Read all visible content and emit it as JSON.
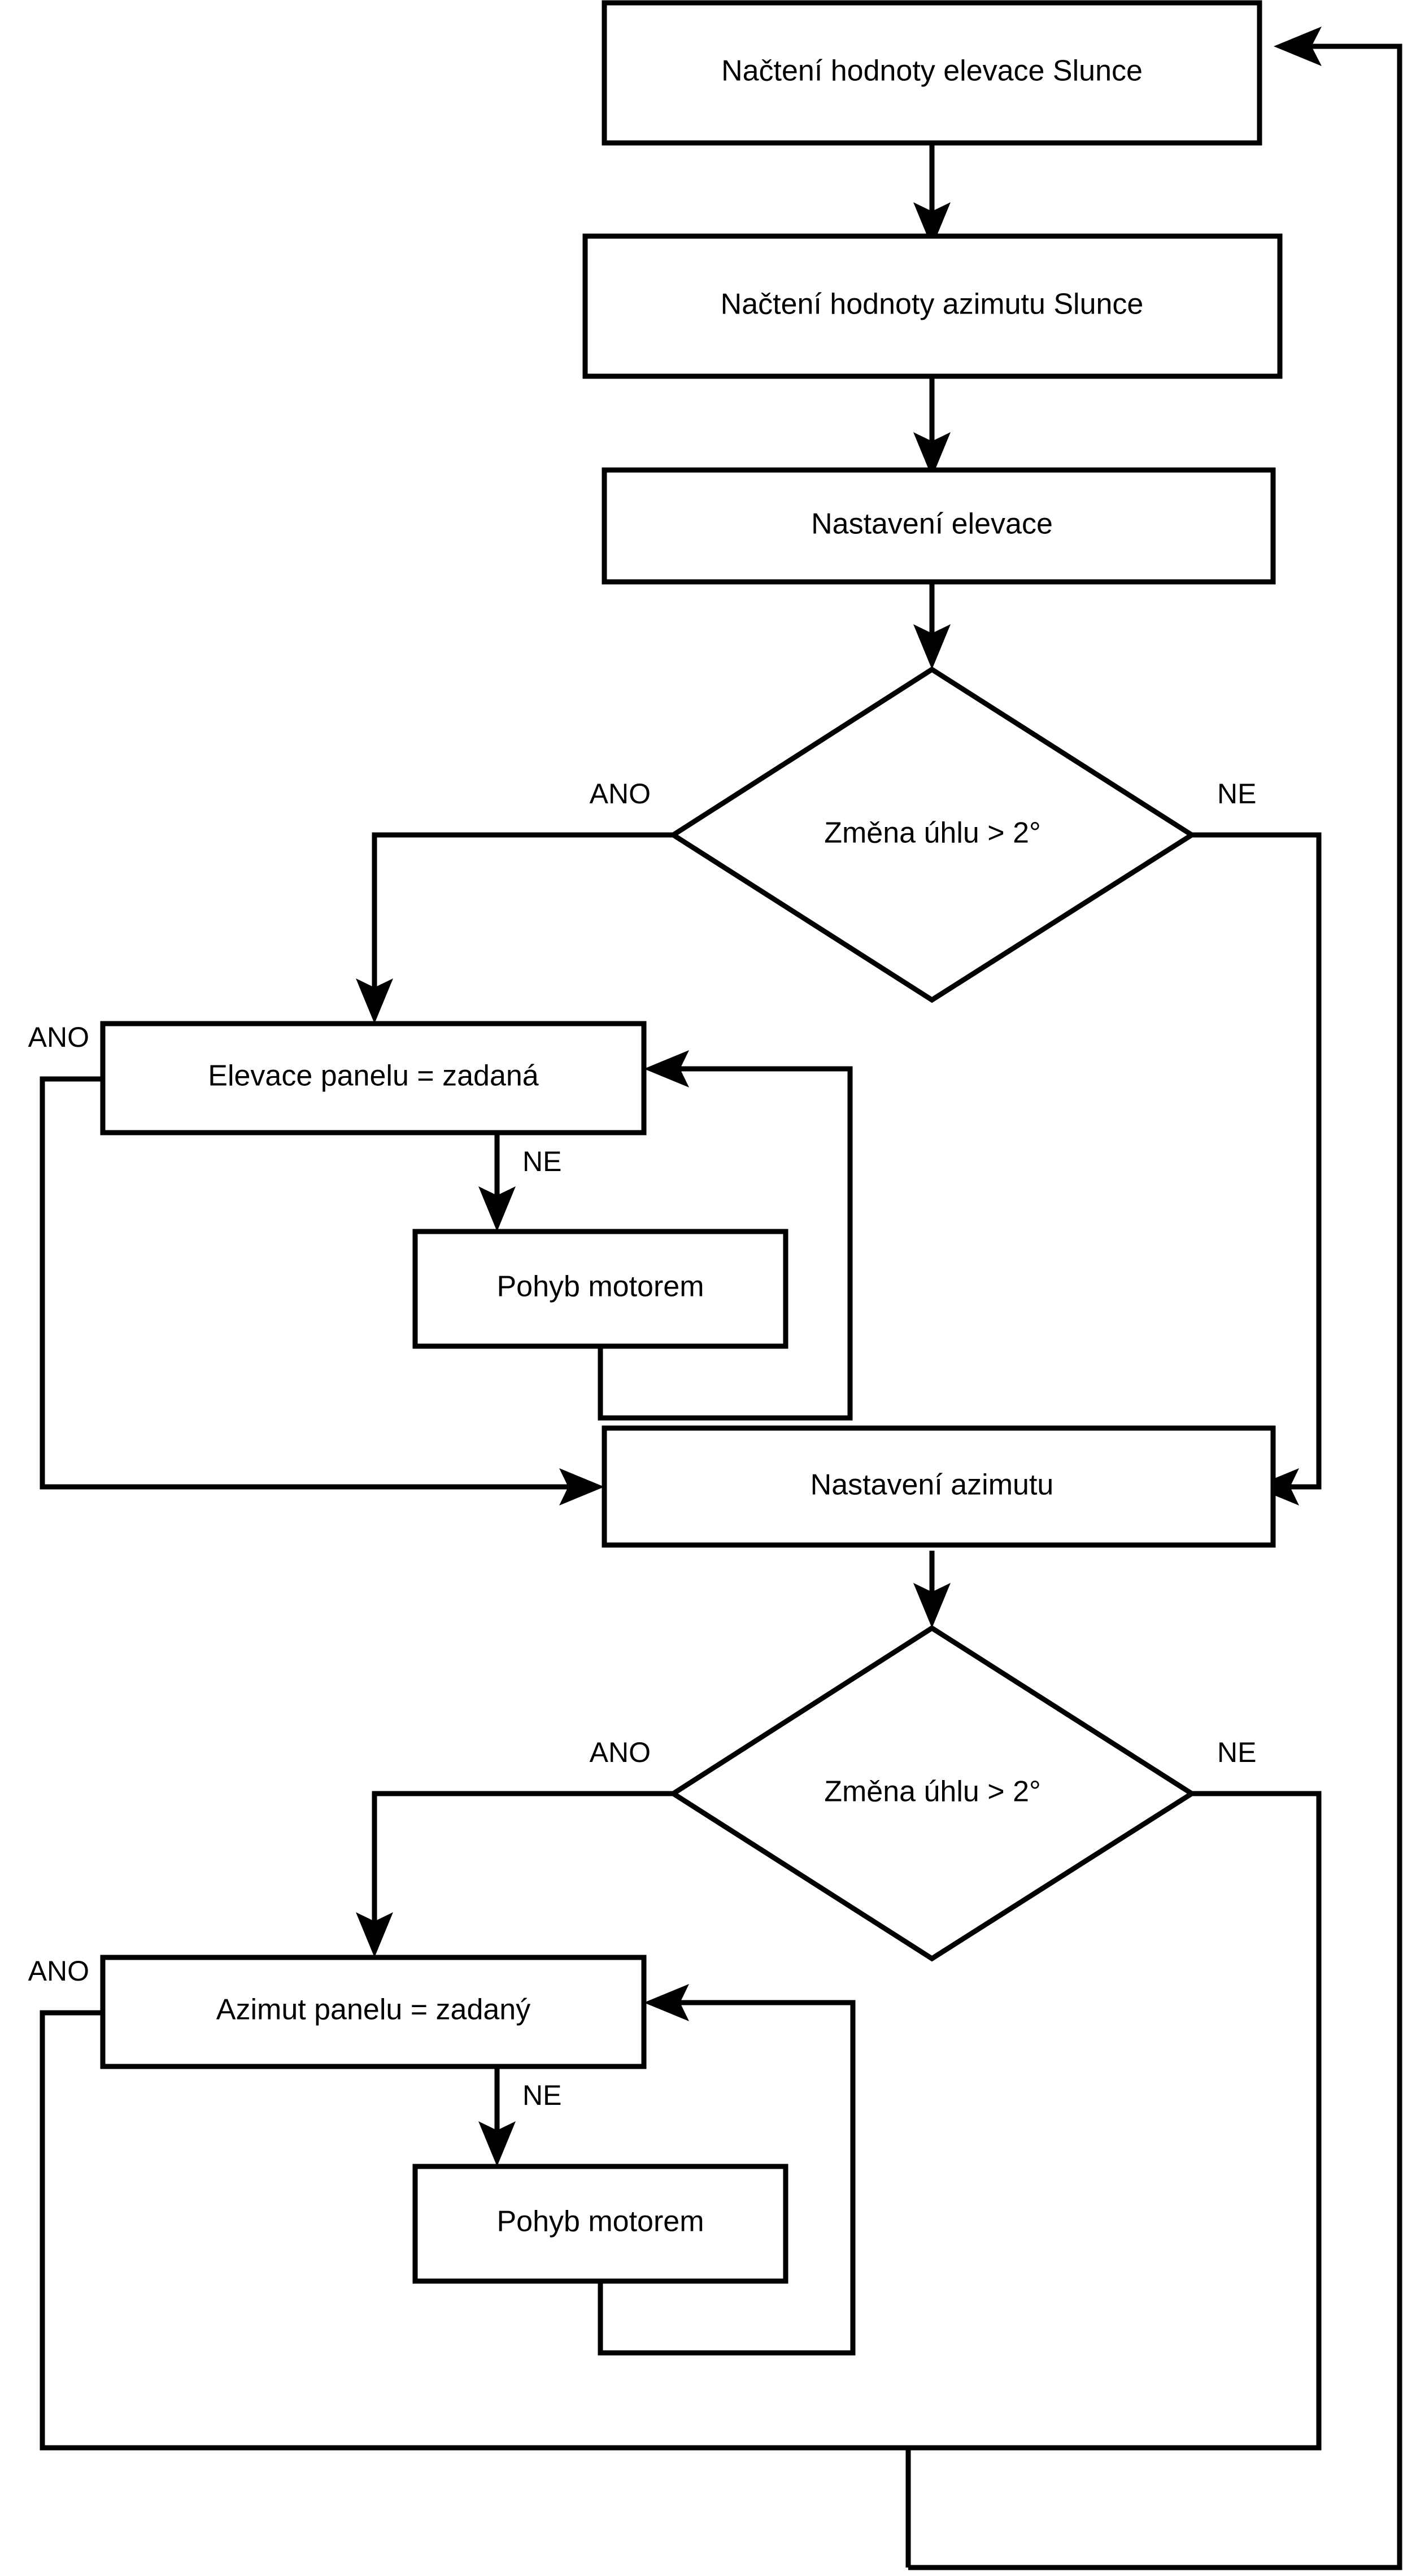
{
  "diagram": {
    "title": "Solar panel tracking control flowchart",
    "language": "cs",
    "background_color": "#ffffff",
    "line_color": "#000000",
    "fill_color": "#ffffff"
  },
  "nodes": {
    "read_elevation": {
      "label": "Načtení hodnoty elevace Slunce",
      "shape": "process"
    },
    "read_azimuth": {
      "label": "Načtení hodnoty azimutu Slunce",
      "shape": "process"
    },
    "set_elevation": {
      "label": "Nastavení elevace",
      "shape": "process"
    },
    "decide_elevation": {
      "label": "Změna úhlu > 2°",
      "shape": "decision"
    },
    "panel_elevation_check": {
      "label": "Elevace panelu = zadaná",
      "shape": "process"
    },
    "motor_move_elevation": {
      "label": "Pohyb motorem",
      "shape": "process"
    },
    "set_azimuth": {
      "label": "Nastavení azimutu",
      "shape": "process"
    },
    "decide_azimuth": {
      "label": "Změna úhlu > 2°",
      "shape": "decision"
    },
    "panel_azimuth_check": {
      "label": "Azimut panelu = zadaný",
      "shape": "process"
    },
    "motor_move_azimuth": {
      "label": "Pohyb motorem",
      "shape": "process"
    }
  },
  "edge_labels": {
    "elev_decision_yes": "ANO",
    "elev_decision_no": "NE",
    "elev_panel_yes": "ANO",
    "elev_panel_no": "NE",
    "azim_decision_yes": "ANO",
    "azim_decision_no": "NE",
    "azim_panel_yes": "ANO",
    "azim_panel_no": "NE"
  }
}
